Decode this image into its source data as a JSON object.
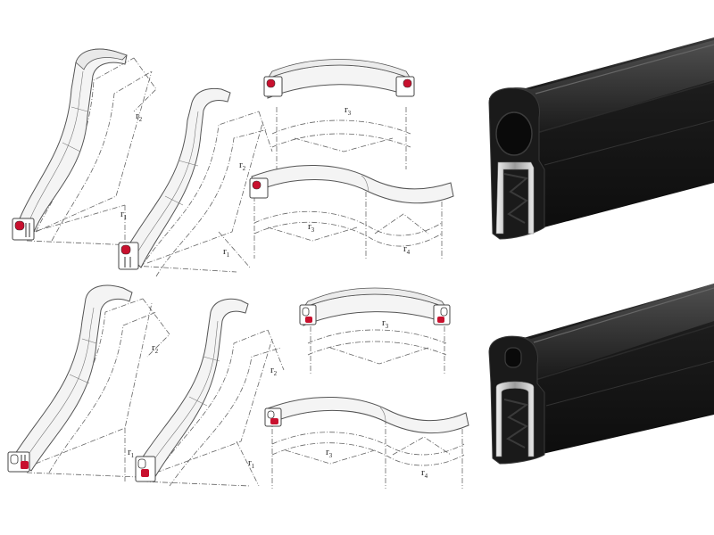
{
  "colors": {
    "background": "#ffffff",
    "line": "#555555",
    "dash": "#666666",
    "profile_fill": "#f4f4f4",
    "accent_red": "#c8102e",
    "rubber": "#151515",
    "rubber_highlight": "#4a4a4a",
    "clip_metal": "#d9d9d9"
  },
  "labels": {
    "r1": "r",
    "r1_sub": "1",
    "r2": "r",
    "r2_sub": "2",
    "r3": "r",
    "r3_sub": "3",
    "r4": "r",
    "r4_sub": "4"
  },
  "diagram": {
    "rows": [
      {
        "name": "top-row",
        "bend_type": "vertical-bend",
        "count": 2,
        "profile_accent": "red-core"
      },
      {
        "name": "bottom-row",
        "bend_type": "vertical-bend",
        "count": 2,
        "profile_accent": "red-tip"
      }
    ],
    "photos": [
      {
        "name": "edge-trim-profile-bulb-top",
        "material": "black rubber"
      },
      {
        "name": "edge-trim-profile-bulb-bottom",
        "material": "black rubber"
      }
    ]
  }
}
